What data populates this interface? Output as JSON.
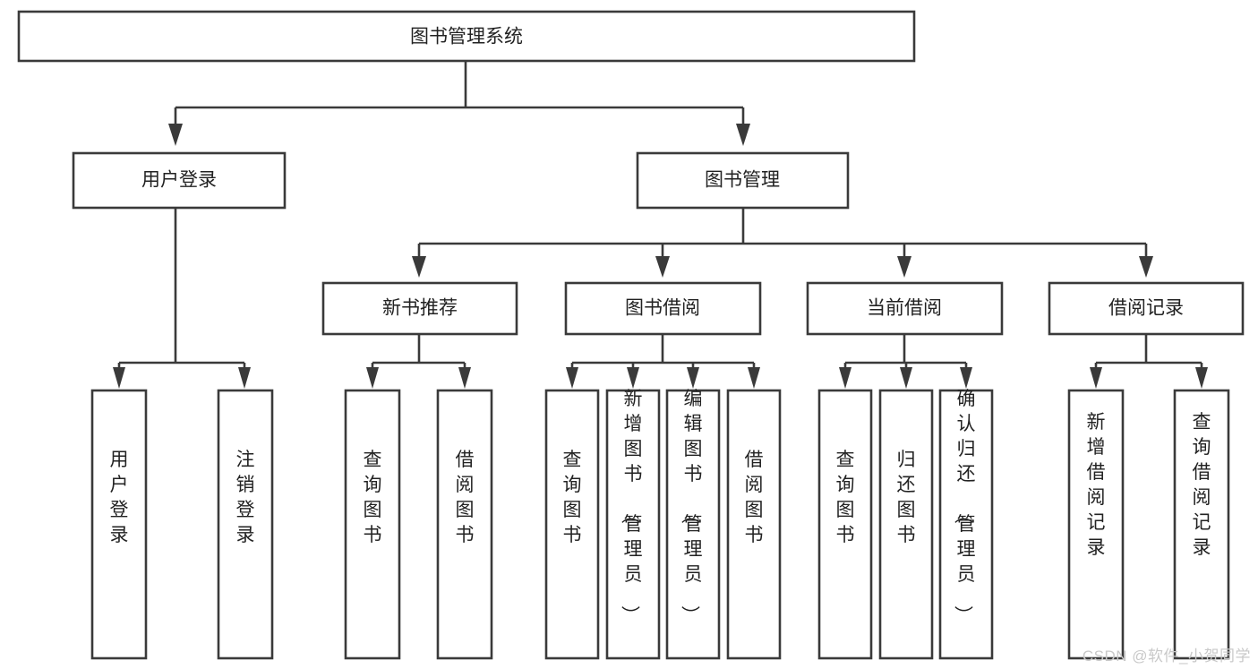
{
  "diagram": {
    "title": "图书管理系统",
    "type": "tree-hierarchy-chart",
    "watermark": "CSDN @软件_小贺同学",
    "colors": {
      "box_stroke": "#3a3a3a",
      "box_fill": "#ffffff",
      "connector": "#3a3a3a",
      "text": "#222222",
      "background": "#ffffff",
      "watermark": "#c9c9c9"
    },
    "root": {
      "label": "图书管理系统",
      "orientation": "horizontal"
    },
    "level2": [
      {
        "label": "用户登录",
        "orientation": "horizontal"
      },
      {
        "label": "图书管理",
        "orientation": "horizontal"
      }
    ],
    "level3": [
      {
        "label": "新书推荐",
        "orientation": "horizontal"
      },
      {
        "label": "图书借阅",
        "orientation": "horizontal"
      },
      {
        "label": "当前借阅",
        "orientation": "horizontal"
      },
      {
        "label": "借阅记录",
        "orientation": "horizontal"
      }
    ],
    "leaves": {
      "user_login": [
        {
          "label": "用户登录",
          "orientation": "vertical"
        },
        {
          "label": "注销登录",
          "orientation": "vertical"
        }
      ],
      "new_book": [
        {
          "label": "查询图书",
          "orientation": "vertical"
        },
        {
          "label": "借阅图书",
          "orientation": "vertical"
        }
      ],
      "book_borrow": [
        {
          "label": "查询图书",
          "orientation": "vertical"
        },
        {
          "label": "新增图书（管理员）",
          "orientation": "vertical"
        },
        {
          "label": "编辑图书（管理员）",
          "orientation": "vertical"
        },
        {
          "label": "借阅图书",
          "orientation": "vertical"
        }
      ],
      "current_borrow": [
        {
          "label": "查询图书",
          "orientation": "vertical"
        },
        {
          "label": "归还图书",
          "orientation": "vertical"
        },
        {
          "label": "确认归还（管理员）",
          "orientation": "vertical"
        }
      ],
      "borrow_record": [
        {
          "label": "新增借阅记录",
          "orientation": "vertical"
        },
        {
          "label": "查询借阅记录",
          "orientation": "vertical"
        }
      ]
    }
  }
}
